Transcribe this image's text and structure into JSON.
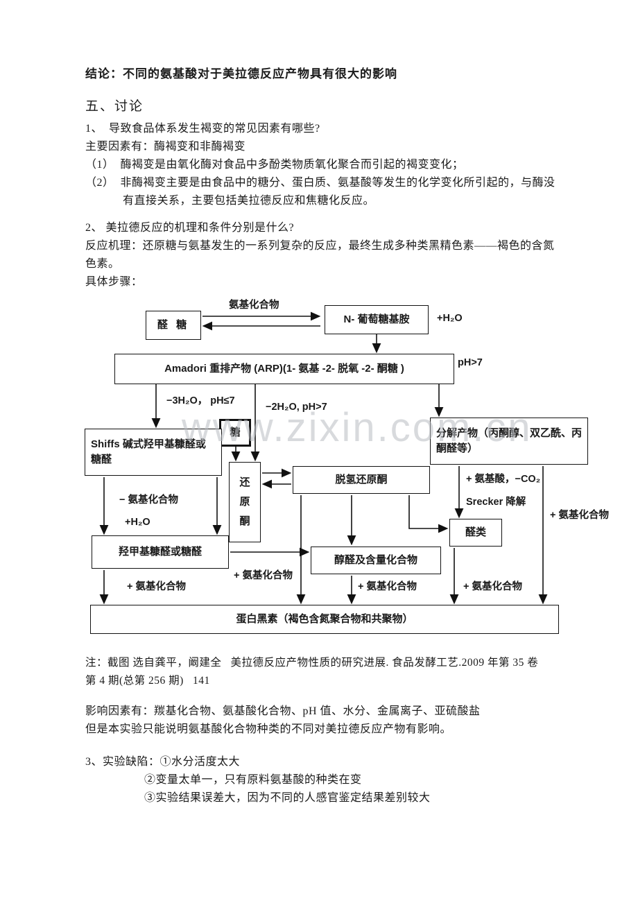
{
  "page": {
    "conclusion_title": "结论：不同的氨基酸对于美拉德反应产物具有很大的影响",
    "section_heading": "五、讨论",
    "q1": "1、  导致食品体系发生褐变的常见因素有哪些?",
    "q1_answer_intro": "主要因素有：酶褐变和非酶褐变",
    "q1_item1": "（1）  酶褐变是由氧化酶对食品中多酚类物质氧化聚合而引起的褐变变化；",
    "q1_item2_line1": "（2）  非酶褐变主要是由食品中的糖分、蛋白质、氨基酸等发生的化学变化所引起的，与酶没",
    "q1_item2_line2": "有直接关系，主要包括美拉德反应和焦糖化反应。",
    "q2": "2、 美拉德反应的机理和条件分别是什么?",
    "q2_mechanism_line1": "反应机理：还原糖与氨基发生的一系列复杂的反应，最终生成多种类黑精色素——褐色的含氮",
    "q2_mechanism_line2": "色素。",
    "q2_steps_label": "具体步骤：",
    "caption_line1": "注：截图 选自龚平，阚建全   美拉德反应产物性质的研究进展. 食品发酵工艺.2009 年第 35 卷",
    "caption_line2": "第 4 期(总第 256 期)   141",
    "factors_line1": "影响因素有：羰基化合物、氨基酸化合物、pH 值、水分、金属离子、亚硫酸盐",
    "factors_line2": "但是本实验只能说明氨基酸化合物种类的不同对美拉德反应产物有影响。",
    "q3_line1": "3、实验缺陷：①水分活度太大",
    "q3_line2": "②变量太单一，只有原料氨基酸的种类在变",
    "q3_line3": "③实验结果误差大，因为不同的人感官鉴定结果差别较大"
  },
  "watermark": "www.zixin.com.cn",
  "diagram": {
    "boxes": {
      "aldose": "醛 糖",
      "glucosylamine": "N- 葡萄糖基胺",
      "amadori": "Amadori 重排产物 (ARP)(1- 氨基 -2- 脱氧 -2- 酮糖 )",
      "sugar": "糖",
      "shiffs": "Shiffs 碱式羟甲基糠醛或糖醛",
      "decomposition": "分解产物（丙酮醇、双乙酰、丙酮醛等）",
      "reductone": "还原酮",
      "dehydroreductone": "脱氢还原酮",
      "aldehydes": "醛类",
      "hydroxymethyl": "羟甲基糠醛或糖醛",
      "aldol": "醇醛及含量化合物",
      "melanoidin": "蛋白黑素（褐色含氮聚合物和共聚物）"
    },
    "labels": {
      "amino_compound_top": "氨基化合物",
      "plus_h2o": "+H₂O",
      "ph_gt7": "pH>7",
      "minus_3h2o": "−3H₂O， pH≤7",
      "minus_2h2o": "−2H₂O, pH>7",
      "minus_amino": "− 氨基化合物",
      "plus_h2o_2": "+H₂O",
      "plus_amino_acid_co2": "+ 氨基酸，−CO₂",
      "strecker": "Srecker 降解",
      "plus_amino_right": "+ 氨基化合物",
      "plus_amino_below_hmf": "+ 氨基化合物",
      "plus_amino_mid": "+ 氨基化合物",
      "plus_amino_below_aldol": "+ 氨基化合物",
      "plus_amino_below_aldehydes": "+ 氨基化合物"
    }
  }
}
